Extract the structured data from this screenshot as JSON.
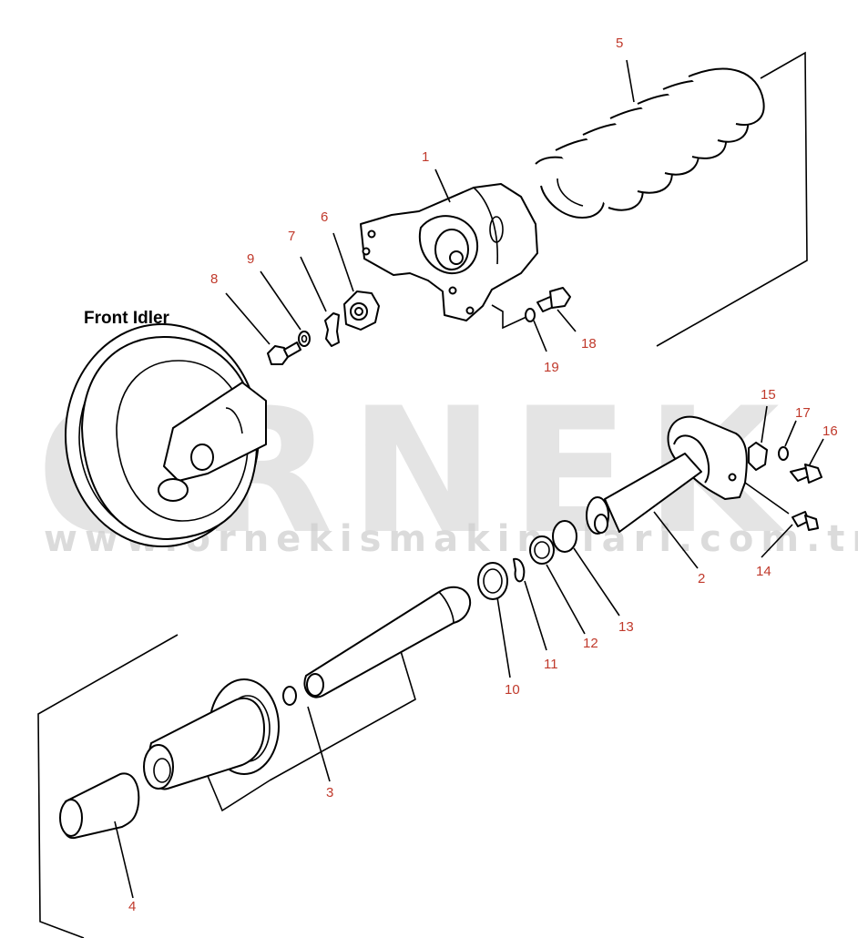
{
  "diagram": {
    "caption": "Front Idler",
    "watermark_text": "ORNEK",
    "watermark_url": "www.ornekismakinalari.com.tr",
    "label_color": "#c0392b",
    "watermark_color": "#cfcfcf",
    "part_numbers": [
      "1",
      "2",
      "3",
      "4",
      "5",
      "6",
      "7",
      "8",
      "9",
      "10",
      "11",
      "12",
      "13",
      "14",
      "15",
      "16",
      "17",
      "18",
      "19"
    ]
  }
}
